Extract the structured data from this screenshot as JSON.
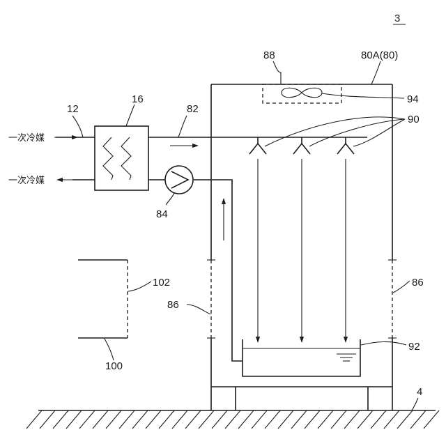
{
  "figure_number": "3",
  "refs": {
    "tower": "80A(80)",
    "fan_housing": "88",
    "fan": "94",
    "nozzles": "90",
    "pipe": "82",
    "heat_exchanger": "16",
    "primary_line": "12",
    "pump": "84",
    "louvers_left": "86",
    "louvers_right": "86",
    "basin": "92",
    "floor": "4",
    "building": "100",
    "opening": "102"
  },
  "primary_refrigerant_in": "一次冷媒",
  "primary_refrigerant_out": "一次冷媒"
}
